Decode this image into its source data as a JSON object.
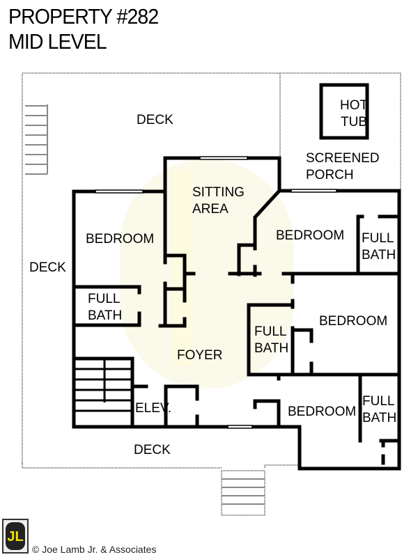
{
  "header": {
    "title": "PROPERTY #282",
    "subtitle": "MID LEVEL"
  },
  "rooms": {
    "deck_top": "DECK",
    "deck_left": "DECK",
    "deck_bottom": "DECK",
    "hot_tub": [
      "HOT",
      "TUB"
    ],
    "screened_porch": [
      "SCREENED",
      "PORCH"
    ],
    "sitting_area": [
      "SITTING",
      "AREA"
    ],
    "bedroom_left": "BEDROOM",
    "bath_left": [
      "FULL",
      "BATH"
    ],
    "foyer": "FOYER",
    "elevator": "ELEV.",
    "bedroom_right_top": "BEDROOM",
    "bath_right_top": [
      "FULL",
      "BATH"
    ],
    "bath_middle": [
      "FULL",
      "BATH"
    ],
    "bedroom_middle": "BEDROOM",
    "bedroom_bottom": "BEDROOM",
    "bath_bottom": [
      "FULL",
      "BATH"
    ]
  },
  "footer": {
    "logo_text": "JL",
    "copyright": "© Joe Lamb Jr. & Associates"
  },
  "colors": {
    "wall": "#000000",
    "logo_yellow": "#f2e200",
    "watermark": "#fbf8e0"
  }
}
